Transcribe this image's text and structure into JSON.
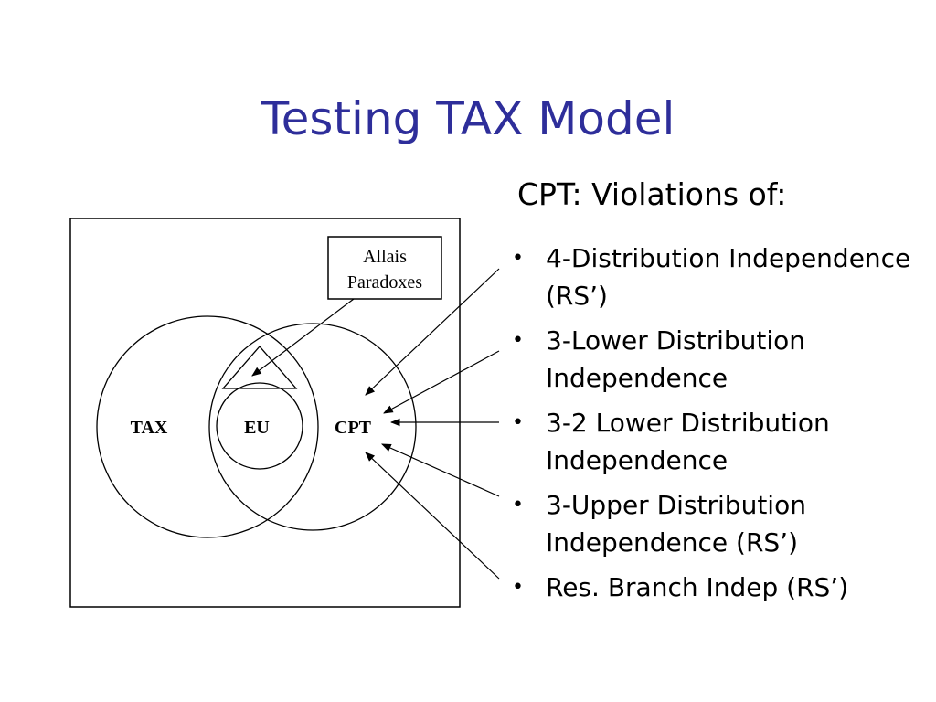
{
  "slide": {
    "title": "Testing TAX Model",
    "subtitle": "CPT: Violations of:",
    "bullets": [
      "4-Distribution Independence (RS’)",
      "3-Lower Distribution Independence",
      "3-2 Lower Distribution Independence",
      "3-Upper Distribution Independence (RS’)",
      "Res. Branch Indep (RS’)"
    ],
    "title_color": "#2e2e9a"
  },
  "diagram": {
    "labels": {
      "tax": "TAX",
      "eu": "EU",
      "cpt": "CPT",
      "allais_line1": "Allais",
      "allais_line2": "Paradoxes"
    }
  }
}
